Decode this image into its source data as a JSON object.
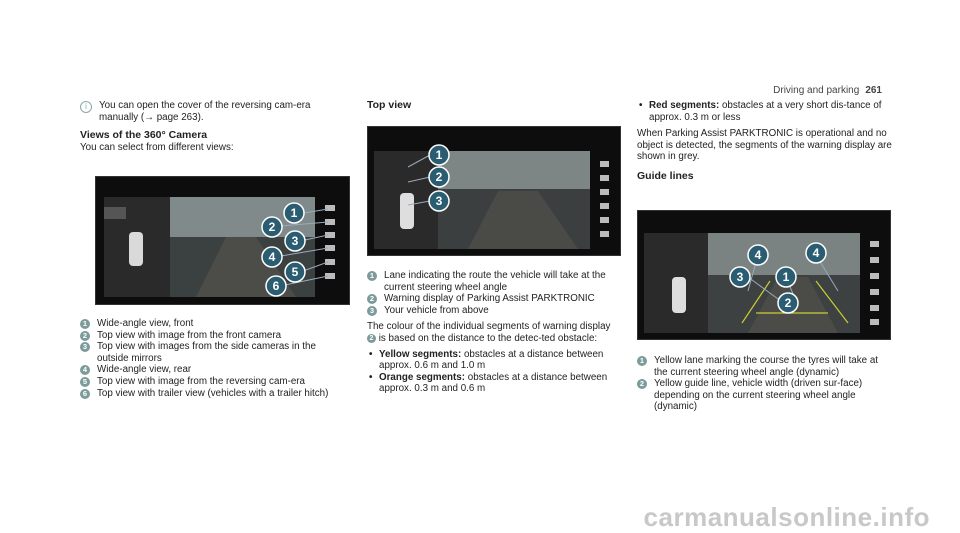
{
  "header": {
    "section": "Driving and parking",
    "page": "261"
  },
  "col1": {
    "note_icon": "info-icon",
    "note": "You can open the cover of the reversing cam-era manually (→ page 263).",
    "heading": "Views of the 360° Camera",
    "intro": "You can select from different views:",
    "items": [
      {
        "n": "1",
        "text": "Wide-angle view, front"
      },
      {
        "n": "2",
        "text": "Top view with image from the front camera"
      },
      {
        "n": "3",
        "text": "Top view with images from the side cameras in the outside mirrors"
      },
      {
        "n": "4",
        "text": "Wide-angle view, rear"
      },
      {
        "n": "5",
        "text": "Top view with image from the reversing cam-era"
      },
      {
        "n": "6",
        "text": "Top view with trailer view (vehicles with a trailer hitch)"
      }
    ]
  },
  "col2": {
    "heading": "Top view",
    "items": [
      {
        "n": "1",
        "text": "Lane indicating the route the vehicle will take at the current steering wheel angle"
      },
      {
        "n": "2",
        "text": "Warning display of Parking Assist PARKTRONIC"
      },
      {
        "n": "3",
        "text": "Your vehicle from above"
      }
    ],
    "para_a": "The colour of the individual segments of warning display",
    "para_ref": "2",
    "para_b": "is based on the distance to the detec-ted obstacle:",
    "bullets": [
      {
        "label": "Yellow segments:",
        "text": "obstacles at a distance between approx. 0.6 m and 1.0 m"
      },
      {
        "label": "Orange segments:",
        "text": "obstacles at a distance between approx. 0.3 m and 0.6 m"
      }
    ]
  },
  "col3": {
    "bullet": {
      "label": "Red segments:",
      "text": "obstacles at a very short dis-tance of approx. 0.3 m or less"
    },
    "para": "When Parking Assist PARKTRONIC is operational and no object is detected, the segments of the warning display are shown in grey.",
    "heading": "Guide lines",
    "items": [
      {
        "n": "1",
        "text": "Yellow lane marking the course the tyres will take at the current steering wheel angle (dynamic)"
      },
      {
        "n": "2",
        "text": "Yellow guide line, vehicle width (driven sur-face) depending on the current steering wheel angle (dynamic)"
      }
    ]
  },
  "fig1": {
    "callouts": [
      "1",
      "2",
      "3",
      "4",
      "5",
      "6"
    ]
  },
  "fig2": {
    "callouts": [
      "1",
      "2",
      "3"
    ]
  },
  "fig3": {
    "callouts": [
      "4",
      "4",
      "3",
      "1",
      "2"
    ]
  },
  "watermark": "carmanualsonline.info"
}
